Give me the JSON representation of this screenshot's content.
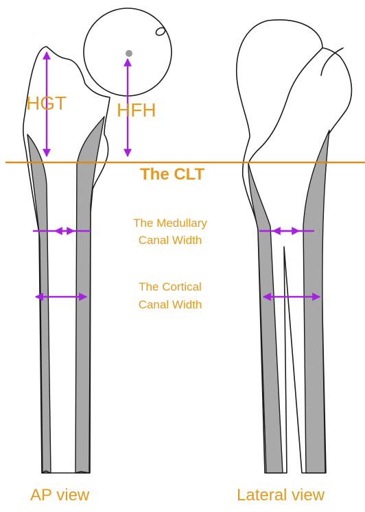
{
  "labels": {
    "hgt": "HGT",
    "hfh": "HFH",
    "clt": "The CLT",
    "medullary_line1": "The Medullary",
    "medullary_line2": "Canal Width",
    "cortical_line1": "The Cortical",
    "cortical_line2": "Canal Width",
    "ap_view": "AP view",
    "lateral_view": "Lateral view"
  },
  "colors": {
    "label": "#E39A1E",
    "clt_line": "#D88A12",
    "arrow": "#A620E0",
    "cortex": "#a9a9a9",
    "bone_outline": "#1a1a1a"
  }
}
